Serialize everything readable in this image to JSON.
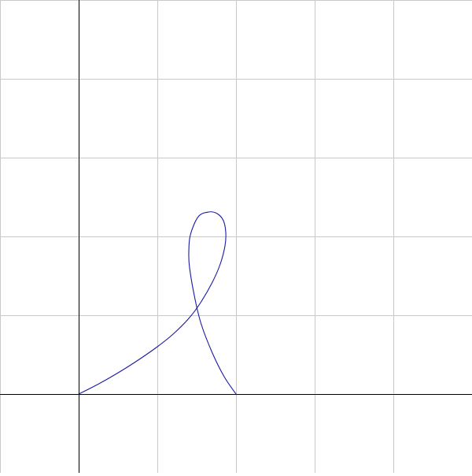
{
  "chart_data": {
    "type": "line",
    "title": "",
    "xlabel": "",
    "ylabel": "",
    "xlim": [
      -1,
      5
    ],
    "ylim": [
      -1,
      5
    ],
    "grid": true,
    "grid_step": 1,
    "axes_through_origin": true,
    "tick_labels_shown": false,
    "legend": "none",
    "colors": {
      "background": "#ffffff",
      "grid": "#c8c8c8",
      "axes": "#000000",
      "curve": "#1a1aa6"
    },
    "series": [
      {
        "x": [
          0.0,
          0.2,
          0.4,
          0.6,
          0.8,
          1.0,
          1.2,
          1.4,
          1.55,
          1.7,
          1.8,
          1.86,
          1.87,
          1.84,
          1.76,
          1.65,
          1.52,
          1.42,
          1.4,
          1.41,
          1.48,
          1.56,
          1.7,
          1.85,
          2.0
        ],
        "y": [
          0.0,
          0.1,
          0.21,
          0.33,
          0.46,
          0.6,
          0.76,
          0.96,
          1.16,
          1.42,
          1.65,
          1.88,
          2.05,
          2.2,
          2.29,
          2.31,
          2.25,
          2.02,
          1.8,
          1.6,
          1.2,
          0.88,
          0.52,
          0.22,
          0.0
        ]
      }
    ]
  }
}
